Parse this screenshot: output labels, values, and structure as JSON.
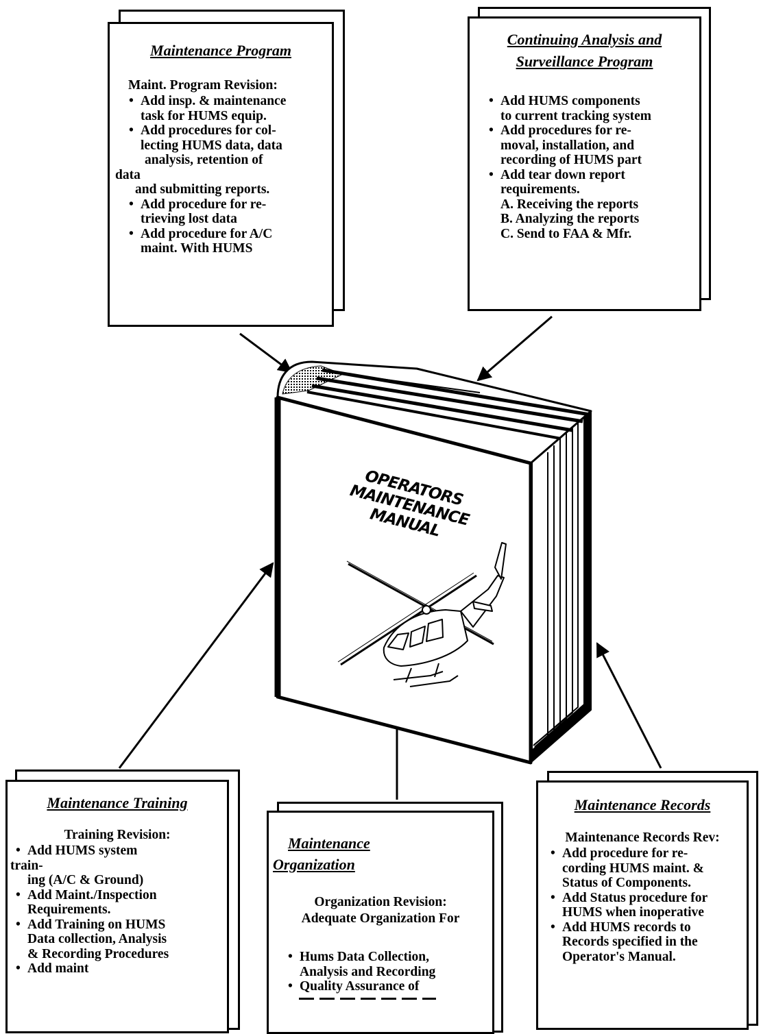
{
  "boxes": {
    "maintenance_program": {
      "title": "Maintenance Program",
      "subtitle": "Maint. Program Revision:",
      "bullets": [
        [
          "Add insp. & maintenance",
          "task for HUMS equip."
        ],
        [
          "Add procedures for col-",
          "lecting HUMS data, data",
          "analysis, retention of"
        ],
        [
          "Add procedure for re-",
          "trieving lost data"
        ],
        [
          "Add procedure for A/C",
          "maint. With HUMS"
        ]
      ],
      "wrapped_lines": [
        "data",
        "and submitting reports."
      ]
    },
    "casp": {
      "title_line1": "Continuing Analysis and",
      "title_line2": "Surveillance Program",
      "bullets": [
        [
          "Add HUMS components",
          "to current tracking system"
        ],
        [
          "Add procedures for re-",
          "moval, installation, and",
          "recording of HUMS part"
        ],
        [
          "Add  tear down report",
          "requirements."
        ]
      ],
      "sub_items": [
        "A. Receiving the reports",
        "B. Analyzing the reports",
        "C.  Send to FAA & Mfr."
      ]
    },
    "training": {
      "title": "Maintenance Training",
      "subtitle": "Training Revision:",
      "bullet1": "Add HUMS system",
      "wrap1": "train-",
      "wrap2": "ing (A/C & Ground)",
      "bullets": [
        [
          "Add Maint./Inspection",
          "Requirements."
        ],
        [
          "Add Training on HUMS",
          "Data collection, Analysis",
          "& Recording Procedures"
        ],
        [
          "Add maint"
        ]
      ]
    },
    "organization": {
      "title_line1": "Maintenance",
      "title_line2": "Organization",
      "subtitle_line1": "Organization Revision:",
      "subtitle_line2": "Adequate Organization For",
      "bullets": [
        [
          "Hums Data Collection,",
          "Analysis and Recording"
        ],
        [
          "Quality Assurance of"
        ]
      ]
    },
    "records": {
      "title": "Maintenance Records",
      "subtitle": "Maintenance Records Rev:",
      "bullets": [
        [
          "Add procedure for re-",
          "cording HUMS maint. &",
          "Status of Components."
        ],
        [
          "Add Status procedure for",
          "HUMS  when inoperative"
        ],
        [
          "Add HUMS records to",
          "Records specified in the",
          "Operator's Manual."
        ]
      ]
    }
  },
  "manual": {
    "title_line1": "OPERATORS MAINTENANCE",
    "title_line2": "MANUAL",
    "image_icon": "helicopter-icon"
  }
}
